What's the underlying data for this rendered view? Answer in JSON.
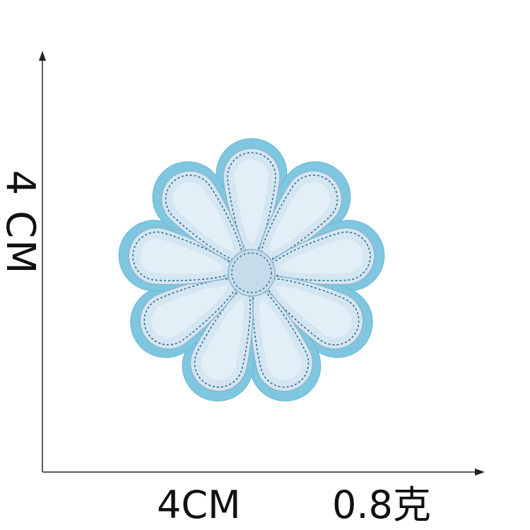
{
  "labels": {
    "height": "4 CM",
    "width": "4CM",
    "weight": "0.8克"
  },
  "patch": {
    "felt_color": "#7fc6e0",
    "felt_edge_color": "#6ab7d6",
    "petal_color": "#d4e6f2",
    "petal_highlight": "#eef6fb",
    "stitch_color": "#2f6d8c",
    "outline_color": "#8fb6cc",
    "center_color": "#c6dceb",
    "petal_count": 9
  },
  "axis_color": "#222222"
}
